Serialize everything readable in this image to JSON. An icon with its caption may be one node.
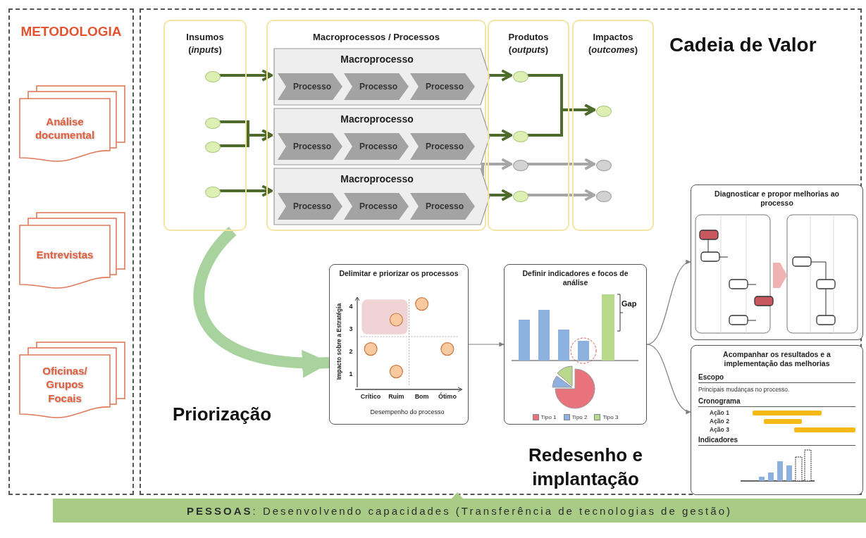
{
  "diagram": {
    "nodes": [
      {
        "text": [
          "METODOLOGIA"
        ]
      },
      {
        "text": [
          "Análise documental"
        ],
        "in": 0
      },
      {
        "text": [
          "Entrevistas"
        ],
        "in": 0
      },
      {
        "text": [
          "Oficinas/ Grupos Focais"
        ],
        "in": 0
      },
      {
        "text": [
          "Insumos (*inputs*)"
        ]
      },
      {
        "text": [
          "Macroprocessos / Processos"
        ]
      },
      {
        "text": [
          "Produtos (*outputs*)"
        ]
      },
      {
        "text": [
          "Impactos (*outcomes*)"
        ]
      },
      {
        "text": [
          "Macroprocesso"
        ],
        "in": 5
      },
      {
        "text": [
          "Processo"
        ],
        "in": 8
      },
      {
        "text": [
          "Processo"
        ],
        "in": 8
      },
      {
        "text": [
          "Processo"
        ],
        "in": 8
      },
      {
        "text": [
          "Macroprocesso"
        ],
        "in": 5
      },
      {
        "text": [
          "Processo"
        ],
        "in": 12
      },
      {
        "text": [
          "Processo"
        ],
        "in": 12
      },
      {
        "text": [
          "Processo"
        ],
        "in": 12
      },
      {
        "text": [
          "Macroprocesso"
        ],
        "in": 5
      },
      {
        "text": [
          "Processo"
        ],
        "in": 16
      },
      {
        "text": [
          "Processo"
        ],
        "in": 16
      },
      {
        "text": [
          "Processo"
        ],
        "in": 16
      },
      {
        "text": [],
        "shape": "circle",
        "in": 4
      },
      {
        "text": [],
        "shape": "circle",
        "in": 4
      },
      {
        "text": [],
        "shape": "circle",
        "in": 4
      },
      {
        "text": [],
        "shape": "circle",
        "in": 4
      },
      {
        "text": [],
        "shape": "circle",
        "in": 6
      },
      {
        "text": [],
        "shape": "circle",
        "in": 6
      },
      {
        "text": [],
        "shape": "circle",
        "in": 6
      },
      {
        "text": [],
        "shape": "circle",
        "in": 6
      },
      {
        "text": [],
        "shape": "circle",
        "in": 7
      },
      {
        "text": [],
        "shape": "circle",
        "in": 7
      },
      {
        "text": [],
        "shape": "circle",
        "in": 7
      },
      {
        "text": [
          "Delimitar e priorizar os processos"
        ]
      },
      {
        "text": [
          "Definir indicadores e focos de análise"
        ]
      },
      {
        "text": [
          "Diagnosticar e propor melhorias ao processo"
        ]
      },
      {
        "text": [
          "Acompanhar os resultados e a implementação das melhorias",
          "Escopo",
          "Principais mudanças no processo.",
          "Cronograma",
          "Ação 1",
          "Ação 2",
          "Ação 3",
          "Indicadores"
        ]
      },
      {
        "text": [
          "**PESSOAS**: Desenvolvendo capacidades (Transferência de tecnologias de gestão)"
        ]
      }
    ],
    "edges": [
      {
        "from": 20,
        "to": 8,
        "arrow": "to"
      },
      {
        "from": 21,
        "to": 12,
        "arrow": "to"
      },
      {
        "from": 22,
        "to": 12,
        "arrow": "to"
      },
      {
        "from": 23,
        "to": 16,
        "arrow": "to"
      },
      {
        "from": 8,
        "to": 24,
        "arrow": "to"
      },
      {
        "from": 12,
        "to": 25,
        "arrow": "to"
      },
      {
        "from": 16,
        "to": 26,
        "arrow": "to",
        "color": "#a6a6a6"
      },
      {
        "from": 16,
        "to": 27,
        "arrow": "to"
      },
      {
        "from": 24,
        "to": 28,
        "arrow": "to"
      },
      {
        "from": 25,
        "to": 28,
        "arrow": "to"
      },
      {
        "from": 26,
        "to": 29,
        "arrow": "to",
        "color": "#a6a6a6"
      },
      {
        "from": 27,
        "to": 30,
        "arrow": "to",
        "color": "#a6a6a6"
      },
      {
        "from": 4,
        "to": 31,
        "arrow": "to",
        "style": "thick",
        "color": "#a9d39e"
      },
      {
        "from": 31,
        "to": 32,
        "arrow": "to",
        "color": "#7f7f7f"
      },
      {
        "from": 32,
        "to": 33,
        "arrow": "to",
        "color": "#7f7f7f"
      },
      {
        "from": 32,
        "to": 34,
        "arrow": "to",
        "color": "#7f7f7f"
      }
    ],
    "labels": [
      "Cadeia de Valor",
      "Gap",
      "Priorização",
      "Redesenho e implantação"
    ],
    "legend": [
      {
        "text": "Tipo 1",
        "color": "#e8737c"
      },
      {
        "text": "Tipo 2",
        "color": "#8fb1e0"
      },
      {
        "text": "Tipo 3",
        "color": "#b8d98c"
      }
    ],
    "chart_data": {
      "type": "scatter",
      "xlabel": "Desempenho do processo",
      "ylabel": "Impacto sobre a Estratégia",
      "categories": [
        "Crítico",
        "Ruim",
        "Bom",
        "Ótimo"
      ],
      "yticks": [
        1,
        2,
        3,
        4
      ],
      "ylim": [
        0.5,
        4.5
      ],
      "series": [
        {
          "values": [
            2.2,
            3.5,
            4.2,
            2.2
          ]
        },
        {
          "values": [
            null,
            1.2,
            null,
            null
          ]
        }
      ]
    }
  }
}
